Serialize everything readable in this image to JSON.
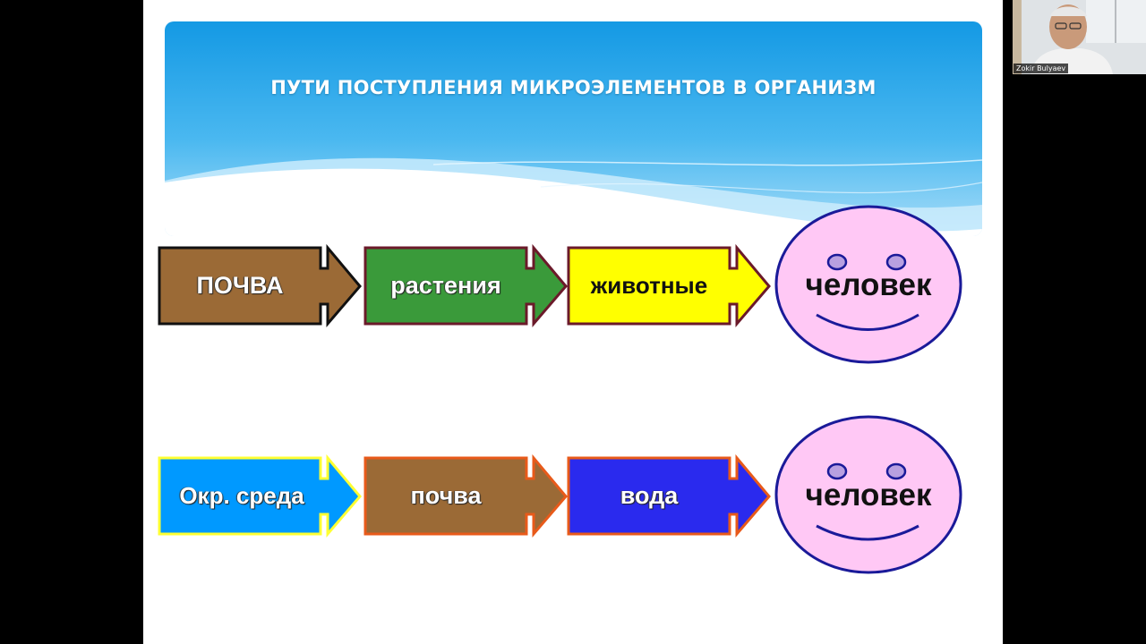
{
  "slide": {
    "title": "ПУТИ ПОСТУПЛЕНИЯ МИКРОЭЛЕМЕНТОВ В ОРГАНИЗМ",
    "rows": [
      {
        "steps": [
          {
            "label": "ПОЧВА",
            "fill": "#9b6a36",
            "border": "#111111"
          },
          {
            "label": "растения",
            "fill": "#3a9a3a",
            "border": "#6b1a2a"
          },
          {
            "label": "животные",
            "fill": "#ffff00",
            "border": "#6b1a2a"
          }
        ],
        "target": "человек"
      },
      {
        "steps": [
          {
            "label": "Окр. среда",
            "fill": "#0099ff",
            "border": "#ffff33"
          },
          {
            "label": "почва",
            "fill": "#9b6a36",
            "border": "#e85a1a"
          },
          {
            "label": "вода",
            "fill": "#2a2aee",
            "border": "#e85a1a"
          }
        ],
        "target": "человек"
      }
    ],
    "colors": {
      "banner_top": "#1aa0e8",
      "banner_bottom": "#8fd3f7",
      "face_fill": "#ffc8f5",
      "face_border": "#1a1a99",
      "eye_fill": "#b8a0e0"
    }
  },
  "webcam": {
    "participant_name": "Zokir Bulyaev"
  }
}
